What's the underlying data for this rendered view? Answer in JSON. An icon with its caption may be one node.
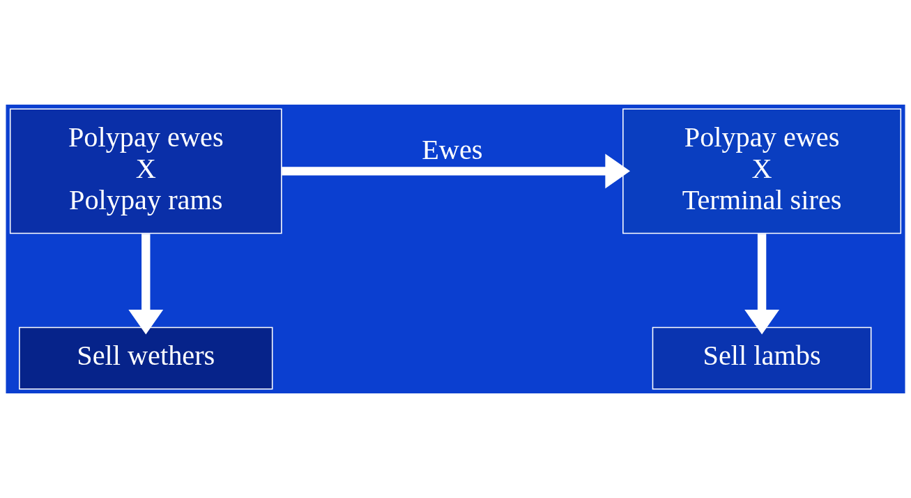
{
  "diagram": {
    "nodes": [
      {
        "text": [
          "Polypay ewes",
          "X",
          "Polypay rams"
        ]
      },
      {
        "text": [
          "Polypay ewes",
          "X",
          "Terminal sires"
        ]
      },
      {
        "text": [
          "Sell wethers"
        ]
      },
      {
        "text": [
          "Sell lambs"
        ]
      }
    ],
    "edges": [
      {
        "from": 0,
        "to": 1,
        "arrow": "to",
        "label": "Ewes"
      },
      {
        "from": 0,
        "to": 2,
        "arrow": "to"
      },
      {
        "from": 1,
        "to": 3,
        "arrow": "to"
      }
    ]
  }
}
